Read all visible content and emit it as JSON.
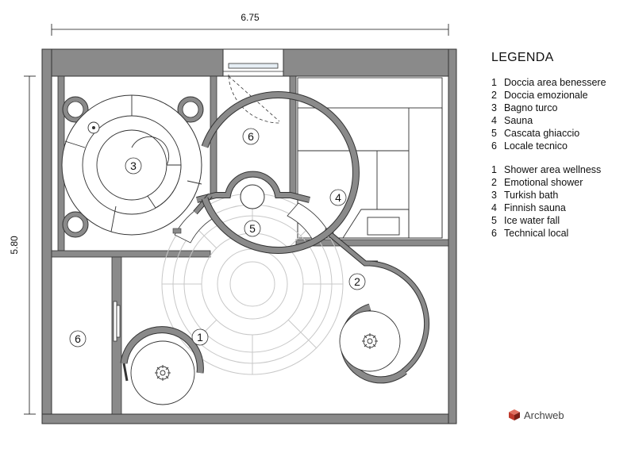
{
  "dimensions": {
    "width": "6.75",
    "height": "5.80"
  },
  "room_labels": {
    "tech_top": "6",
    "turkish": "3",
    "sauna": "4",
    "icefall": "5",
    "emotional": "2",
    "tech_left": "6",
    "shower": "1"
  },
  "legend": {
    "title": "LEGENDA",
    "italian": [
      {
        "num": "1",
        "text": "Doccia area benessere"
      },
      {
        "num": "2",
        "text": "Doccia emozionale"
      },
      {
        "num": "3",
        "text": "Bagno turco"
      },
      {
        "num": "4",
        "text": "Sauna"
      },
      {
        "num": "5",
        "text": "Cascata ghiaccio"
      },
      {
        "num": "6",
        "text": "Locale tecnico"
      }
    ],
    "english": [
      {
        "num": "1",
        "text": "Shower area wellness"
      },
      {
        "num": "2",
        "text": "Emotional shower"
      },
      {
        "num": "3",
        "text": "Turkish bath"
      },
      {
        "num": "4",
        "text": "Finnish sauna"
      },
      {
        "num": "5",
        "text": "Ice water fall"
      },
      {
        "num": "6",
        "text": "Technical local"
      }
    ]
  },
  "brand": {
    "name": "Archweb",
    "logo_icon": "archweb-cube-icon"
  },
  "colors": {
    "wall": "#8a8a8a",
    "line": "#333333",
    "floor_grid": "#c8c8c8",
    "logo_red": "#c0392b"
  }
}
